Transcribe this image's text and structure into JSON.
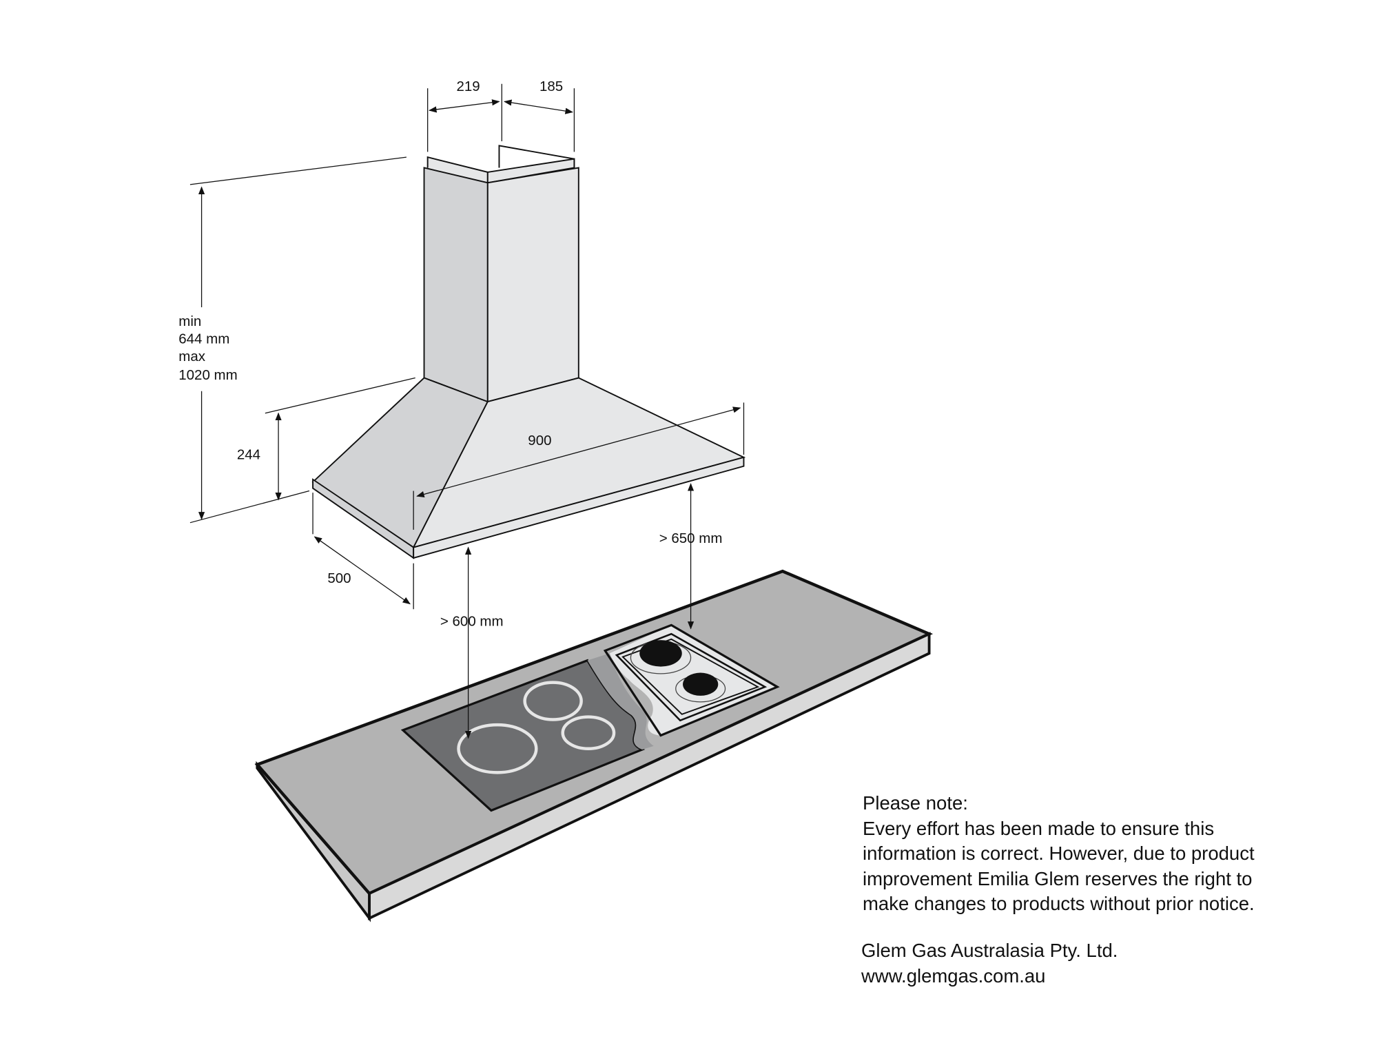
{
  "dimensions": {
    "chimney_width_left": "219",
    "chimney_width_right": "185",
    "height_min_label": "min",
    "height_min_value": "644 mm",
    "height_max_label": "max",
    "height_max_value": "1020 mm",
    "hood_height": "244",
    "hood_width": "900",
    "hood_depth": "500",
    "clearance_gas": "> 650 mm",
    "clearance_electric": "> 600 mm"
  },
  "note": {
    "heading": "Please note:",
    "lines": [
      "Every effort has been made to ensure this",
      "information is correct.  However, due to product",
      "improvement Emilia Glem reserves the right to",
      "make changes to products without prior notice."
    ]
  },
  "company": {
    "name": "Glem Gas Australasia Pty. Ltd.",
    "website": "www.glemgas.com.au"
  },
  "colors": {
    "hood_left": "#d2d3d5",
    "hood_front": "#e6e7e8",
    "counter_top": "#b3b3b3",
    "counter_front": "#d9d9d9",
    "induction": "#6d6e70"
  }
}
